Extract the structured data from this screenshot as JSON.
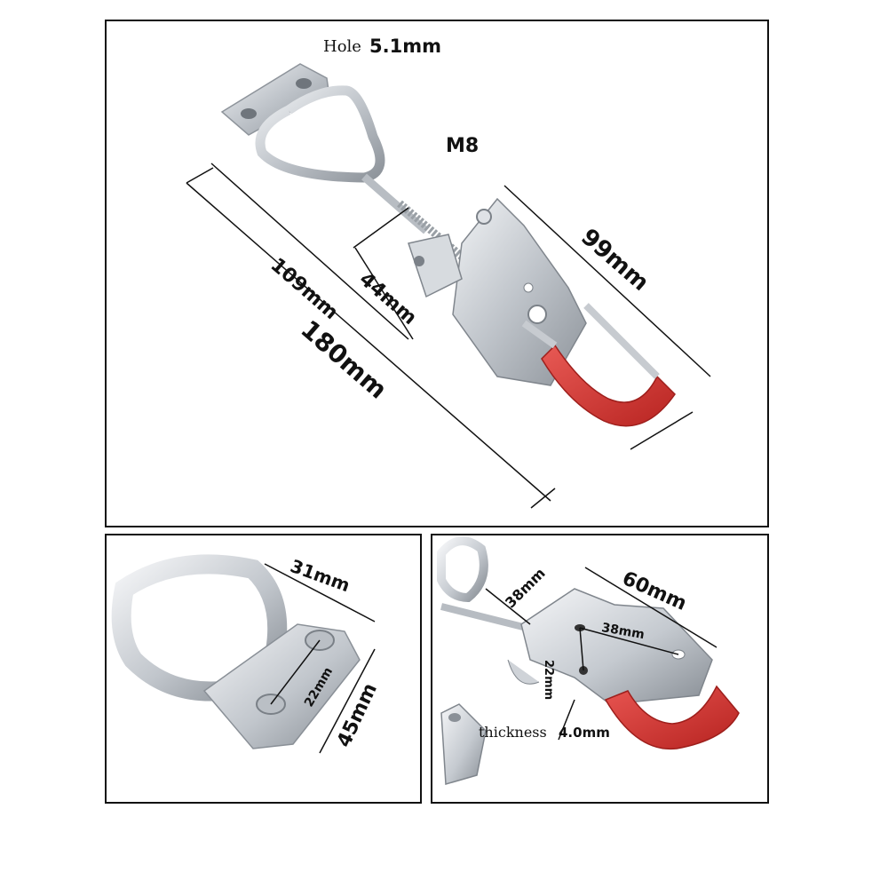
{
  "main": {
    "hole_label": "Hole",
    "hole_size": "5.1mm",
    "thread": "M8",
    "dim_109": "109mm",
    "dim_44": "44mm",
    "dim_180": "180mm",
    "dim_99": "99mm"
  },
  "bottom_left": {
    "dim_31": "31mm",
    "dim_22": "22mm",
    "dim_45": "45mm"
  },
  "bottom_right": {
    "dim_38_side": "38mm",
    "dim_60": "60mm",
    "dim_38": "38mm",
    "dim_22": "22mm",
    "thickness_label": "thickness",
    "thickness_value": "4.0mm"
  },
  "colors": {
    "steel": "#c9cdd2",
    "steel_dark": "#8e949b",
    "handle_red": "#d8322f",
    "border": "#111111"
  }
}
